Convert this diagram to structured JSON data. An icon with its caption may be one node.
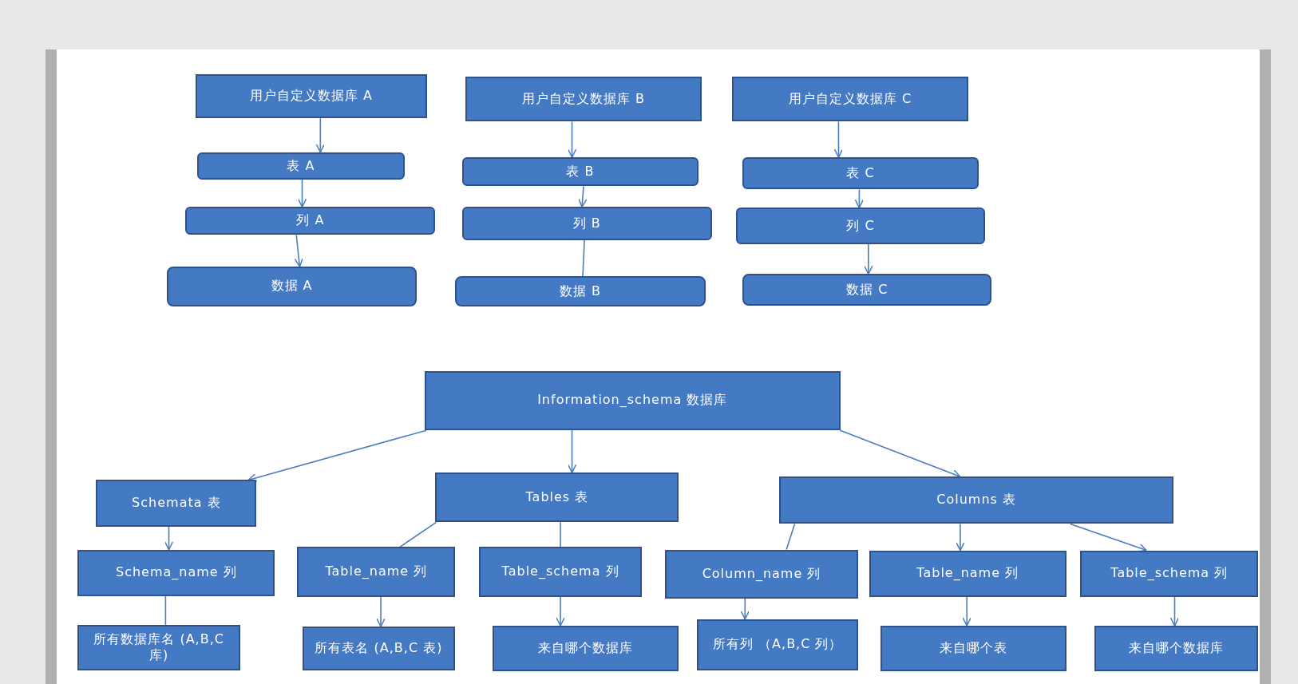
{
  "diagram": {
    "nodes": [
      {
        "text": [
          "用户自定义数据库 A"
        ]
      },
      {
        "text": [
          "表 A"
        ]
      },
      {
        "text": [
          "列 A"
        ]
      },
      {
        "text": [
          "数据 A"
        ]
      },
      {
        "text": [
          "用户自定义数据库 B"
        ]
      },
      {
        "text": [
          "表 B"
        ]
      },
      {
        "text": [
          "列 B"
        ]
      },
      {
        "text": [
          "数据 B"
        ]
      },
      {
        "text": [
          "用户自定义数据库 C"
        ]
      },
      {
        "text": [
          "表 C"
        ]
      },
      {
        "text": [
          "列 C"
        ]
      },
      {
        "text": [
          "数据 C"
        ]
      },
      {
        "text": [
          "Information_schema 数据库"
        ]
      },
      {
        "text": [
          "Schemata 表"
        ]
      },
      {
        "text": [
          "Tables 表"
        ]
      },
      {
        "text": [
          "Columns 表"
        ]
      },
      {
        "text": [
          "Schema_name 列"
        ]
      },
      {
        "text": [
          "Table_name 列"
        ]
      },
      {
        "text": [
          "Table_schema 列"
        ]
      },
      {
        "text": [
          "Column_name 列"
        ]
      },
      {
        "text": [
          "Table_name 列"
        ]
      },
      {
        "text": [
          "Table_schema 列"
        ]
      },
      {
        "text": [
          "所有数据库名 (A,B,C 库)"
        ]
      },
      {
        "text": [
          "所有表名 (A,B,C 表)"
        ]
      },
      {
        "text": [
          "来自哪个数据库"
        ]
      },
      {
        "text": [
          "所有列 （A,B,C 列）"
        ]
      },
      {
        "text": [
          "来自哪个表"
        ]
      },
      {
        "text": [
          "来自哪个数据库"
        ]
      }
    ],
    "edges": [
      {
        "from": 0,
        "to": 1,
        "arrow": "to"
      },
      {
        "from": 1,
        "to": 2,
        "arrow": "to"
      },
      {
        "from": 2,
        "to": 3,
        "arrow": "to"
      },
      {
        "from": 4,
        "to": 5,
        "arrow": "to"
      },
      {
        "from": 5,
        "to": 6,
        "arrow": "to"
      },
      {
        "from": 6,
        "to": 7,
        "arrow": "none"
      },
      {
        "from": 8,
        "to": 9,
        "arrow": "to"
      },
      {
        "from": 9,
        "to": 10,
        "arrow": "to"
      },
      {
        "from": 10,
        "to": 11,
        "arrow": "to"
      },
      {
        "from": 12,
        "to": 13,
        "arrow": "to"
      },
      {
        "from": 12,
        "to": 14,
        "arrow": "to"
      },
      {
        "from": 12,
        "to": 15,
        "arrow": "to"
      },
      {
        "from": 13,
        "to": 16,
        "arrow": "to"
      },
      {
        "from": 16,
        "to": 22,
        "arrow": "none"
      },
      {
        "from": 14,
        "to": 17,
        "arrow": "none"
      },
      {
        "from": 14,
        "to": 18,
        "arrow": "none"
      },
      {
        "from": 17,
        "to": 23,
        "arrow": "to"
      },
      {
        "from": 18,
        "to": 24,
        "arrow": "to"
      },
      {
        "from": 15,
        "to": 19,
        "arrow": "none"
      },
      {
        "from": 15,
        "to": 20,
        "arrow": "to"
      },
      {
        "from": 15,
        "to": 21,
        "arrow": "to"
      },
      {
        "from": 19,
        "to": 25,
        "arrow": "to"
      },
      {
        "from": 20,
        "to": 26,
        "arrow": "to"
      },
      {
        "from": 21,
        "to": 27,
        "arrow": "to"
      }
    ]
  }
}
